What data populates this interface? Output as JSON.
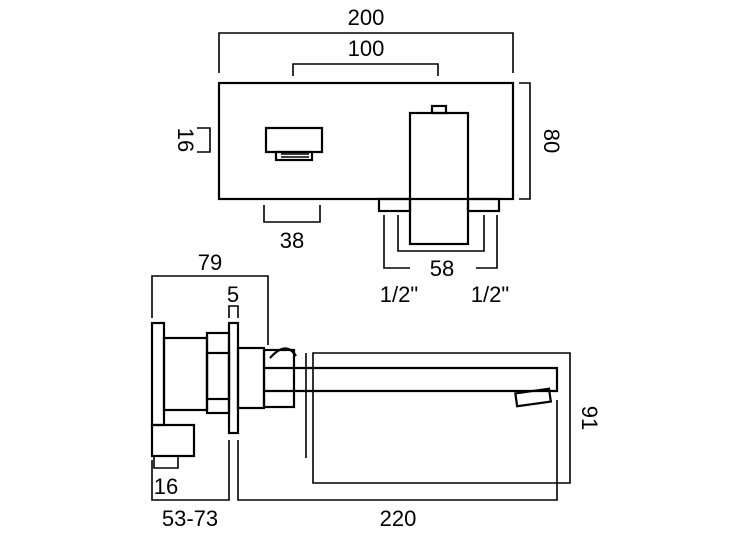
{
  "top_view": {
    "width_overall": "200",
    "width_spacing": "100",
    "height": "80",
    "spout_offset": "16",
    "spout_width": "38",
    "inlet_spacing": "58",
    "inlet_left": "1/2\"",
    "inlet_right": "1/2\""
  },
  "side_view": {
    "depth_overall": "79",
    "plate_thickness": "5",
    "height": "91",
    "handle_width": "16",
    "wall_depth": "53-73",
    "spout_reach": "220"
  }
}
